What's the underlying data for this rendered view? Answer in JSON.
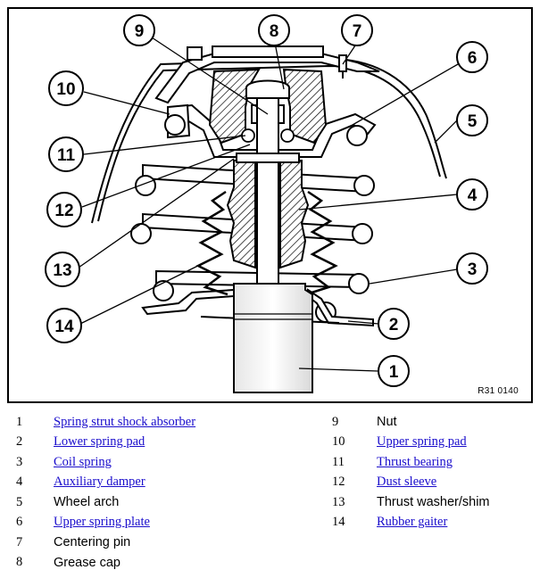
{
  "figure": {
    "figure_id": "R31 0140",
    "callouts": [
      {
        "num": "1"
      },
      {
        "num": "2"
      },
      {
        "num": "3"
      },
      {
        "num": "4"
      },
      {
        "num": "5"
      },
      {
        "num": "6"
      },
      {
        "num": "7"
      },
      {
        "num": "8"
      },
      {
        "num": "9"
      },
      {
        "num": "10"
      },
      {
        "num": "11"
      },
      {
        "num": "12"
      },
      {
        "num": "13"
      },
      {
        "num": "14"
      }
    ]
  },
  "legend": {
    "left": [
      {
        "num": "1",
        "label": "Spring strut shock absorber",
        "link": true
      },
      {
        "num": "2",
        "label": "Lower spring pad",
        "link": true
      },
      {
        "num": "3",
        "label": "Coil spring",
        "link": true
      },
      {
        "num": "4",
        "label": "Auxiliary damper",
        "link": true
      },
      {
        "num": "5",
        "label": "Wheel arch",
        "link": false
      },
      {
        "num": "6",
        "label": "Upper spring plate",
        "link": true
      },
      {
        "num": "7",
        "label": "Centering pin",
        "link": false
      },
      {
        "num": "8",
        "label": "Grease cap",
        "link": false
      }
    ],
    "right": [
      {
        "num": "9",
        "label": "Nut",
        "link": false
      },
      {
        "num": "10",
        "label": "Upper spring pad",
        "link": true
      },
      {
        "num": "11",
        "label": "Thrust bearing",
        "link": true
      },
      {
        "num": "12",
        "label": "Dust sleeve",
        "link": true
      },
      {
        "num": "13",
        "label": "Thrust washer/shim",
        "link": false
      },
      {
        "num": "14",
        "label": "Rubber gaiter",
        "link": true
      }
    ]
  }
}
